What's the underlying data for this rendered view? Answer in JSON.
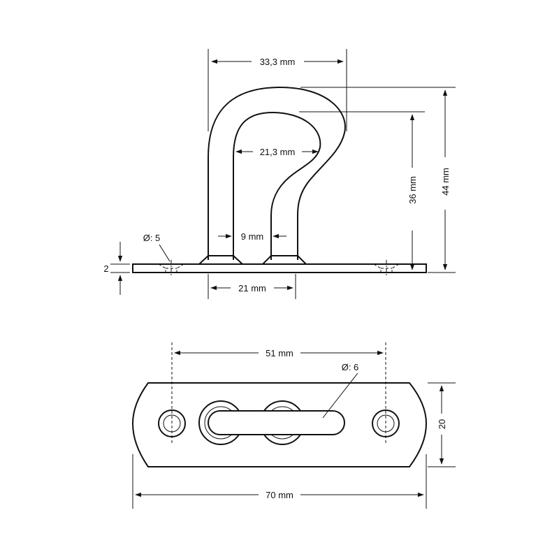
{
  "side_view": {
    "dim_total_width": "33,3 mm",
    "dim_inner_width": "21,3 mm",
    "dim_leg_gap": "9 mm",
    "dim_base_width": "21 mm",
    "dim_hole_dia": "Ø: 5",
    "dim_plate_thickness": "2",
    "dim_inner_height": "36 mm",
    "dim_total_height": "44 mm"
  },
  "top_view": {
    "dim_hole_spacing": "51 mm",
    "dim_wire_dia": "Ø: 6",
    "dim_plate_height": "20",
    "dim_plate_length": "70 mm"
  }
}
